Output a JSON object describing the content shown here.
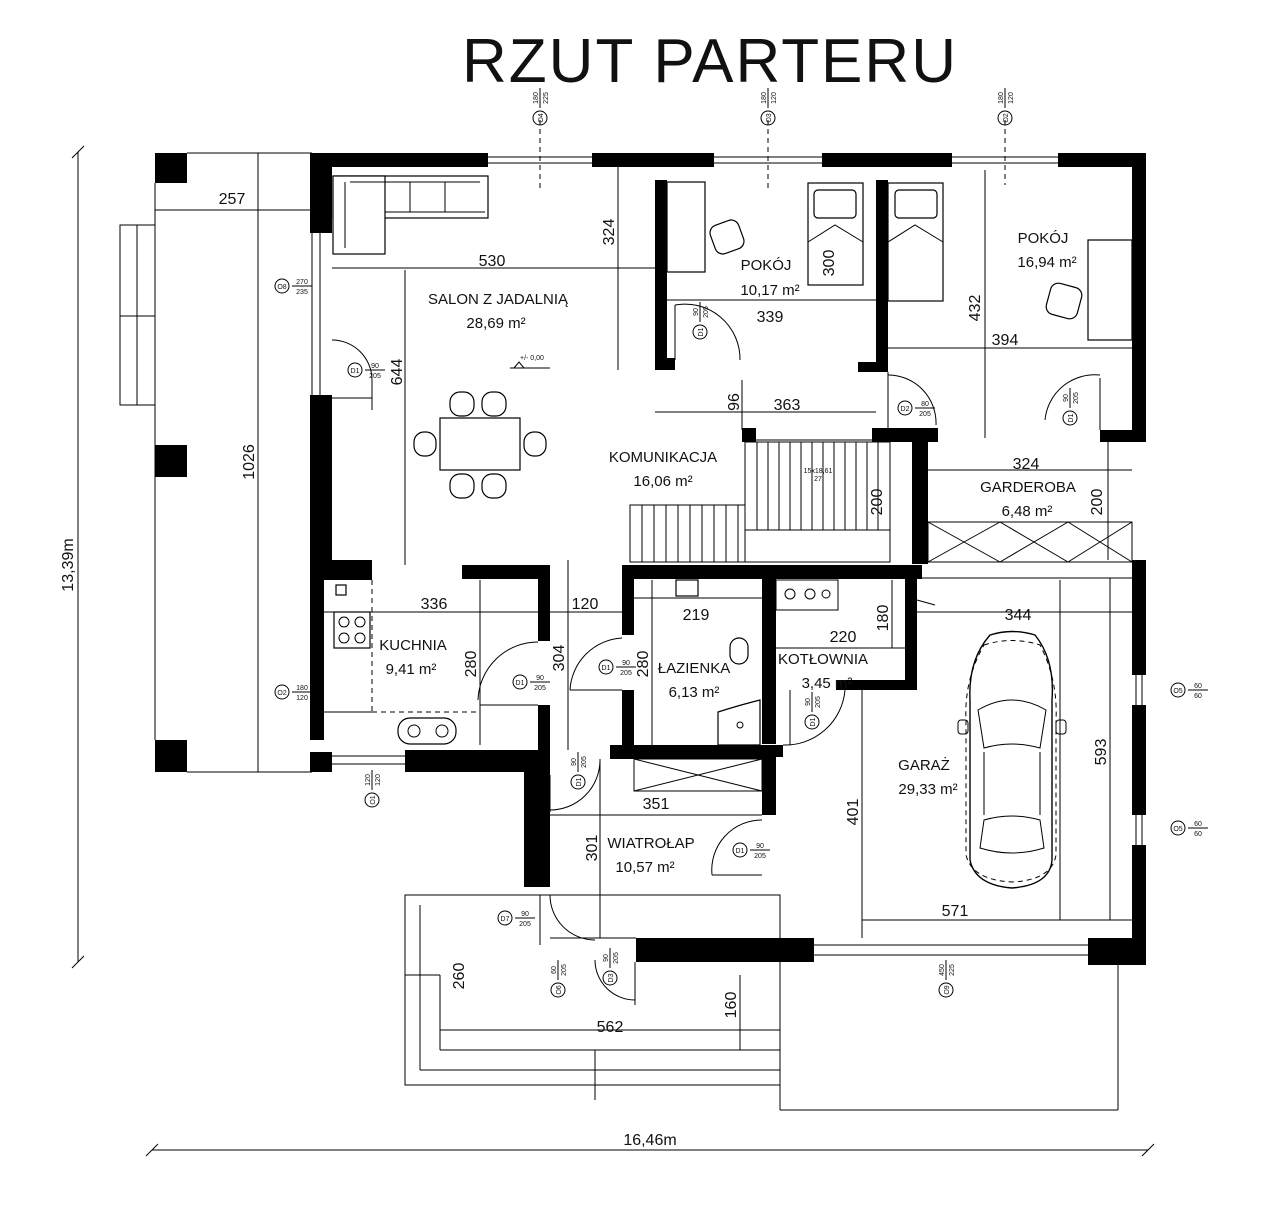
{
  "title": "RZUT PARTERU",
  "rooms": {
    "salon": {
      "name": "SALON Z JADALNIĄ",
      "area": "28,69 m²"
    },
    "pokoj1": {
      "name": "POKÓJ",
      "area": "10,17 m²"
    },
    "pokoj2": {
      "name": "POKÓJ",
      "area": "16,94 m²"
    },
    "komunikacja": {
      "name": "KOMUNIKACJA",
      "area": "16,06 m²"
    },
    "garderoba": {
      "name": "GARDEROBA",
      "area": "6,48 m²"
    },
    "kuchnia": {
      "name": "KUCHNIA",
      "area": "9,41 m²"
    },
    "lazienka": {
      "name": "ŁAZIENKA",
      "area": "6,13 m²"
    },
    "kotlownia": {
      "name": "KOTŁOWNIA",
      "area": "3,45 m²"
    },
    "garaz": {
      "name": "GARAŻ",
      "area": "29,33 m²"
    },
    "wiatrolap": {
      "name": "WIATROŁAP",
      "area": "10,57 m²"
    }
  },
  "dims": {
    "d257": "257",
    "d530": "530",
    "d324a": "324",
    "d300": "300",
    "d339": "339",
    "d432": "432",
    "d394": "394",
    "d644": "644",
    "d96": "96",
    "d363": "363",
    "d324b": "324",
    "d200a": "200",
    "d200b": "200",
    "d1026": "1026",
    "d336": "336",
    "d120": "120",
    "d219": "219",
    "d344": "344",
    "d220": "220",
    "d180": "180",
    "d280a": "280",
    "d304": "304",
    "d280b": "280",
    "d593": "593",
    "d351": "351",
    "d401": "401",
    "d301": "301",
    "d571": "571",
    "d260": "260",
    "d562": "562",
    "d160": "160",
    "total_h": "13,39m",
    "total_w": "16,46m"
  },
  "level": "+/- 0,00",
  "stairs": "15x18,61\n27",
  "tags": {
    "o4": {
      "code": "O4",
      "size": "180\n225"
    },
    "o3": {
      "code": "O3",
      "size": "180\n120"
    },
    "o2a": {
      "code": "O2",
      "size": "180\n120"
    },
    "o8": {
      "code": "O8",
      "size": "270\n235"
    },
    "o2b": {
      "code": "O2",
      "size": "180\n120"
    },
    "o1": {
      "code": "O1",
      "size": "120\n120"
    },
    "o5a": {
      "code": "O5",
      "size": "60\n60"
    },
    "o5b": {
      "code": "O5",
      "size": "60\n60"
    },
    "o9": {
      "code": "O9",
      "size": "450\n225"
    },
    "o6": {
      "code": "O6",
      "size": "60\n205"
    },
    "d1_salon": {
      "code": "D1",
      "size": "90\n205"
    },
    "d1_pokoj1": {
      "code": "D1",
      "size": "90\n205"
    },
    "d2_kom": {
      "code": "D2",
      "size": "80\n205"
    },
    "d1_pokoj2": {
      "code": "D1",
      "size": "90\n205"
    },
    "d1_kuch": {
      "code": "D1",
      "size": "90\n205"
    },
    "d1_laz": {
      "code": "D1",
      "size": "90\n205"
    },
    "d1_kot": {
      "code": "D1",
      "size": "90\n205"
    },
    "d1_wiatr": {
      "code": "D1",
      "size": "90\n205"
    },
    "d1_kor": {
      "code": "D1",
      "size": "90\n205"
    },
    "d7": {
      "code": "D7",
      "size": "90\n205"
    },
    "d3": {
      "code": "D3",
      "size": "90\n205"
    }
  }
}
